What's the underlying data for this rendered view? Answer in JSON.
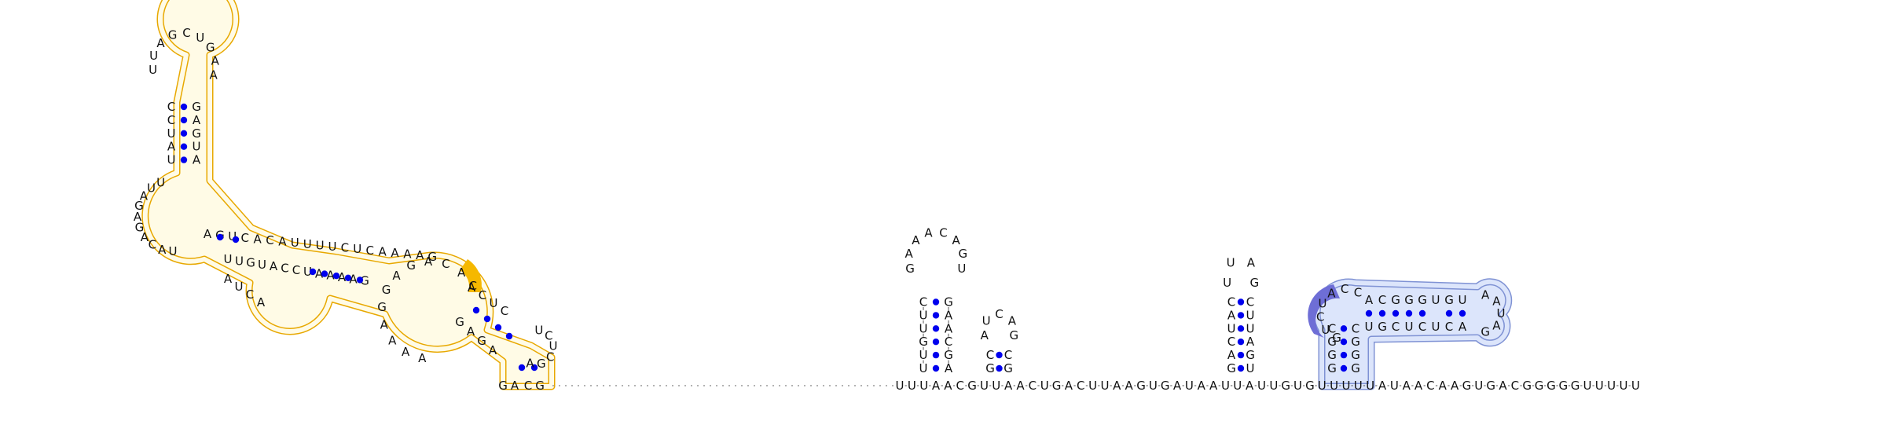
{
  "colors": {
    "background": "#ffffff",
    "nucleotide_text": "#111111",
    "base_pair_dot": "#0000ee",
    "yellow_highlight_outline": "#e8a800",
    "yellow_highlight_fill": "#fffbe6",
    "yellow_accent": "#f5b800",
    "blue_highlight_outline": "#7f92d4",
    "blue_highlight_fill": "#dce5fb",
    "blue_accent": "#6e6ed6"
  },
  "segments": {
    "left_tail": "GA",
    "left_close": "CG",
    "linker": "UUUAACGUUAACUGACUUAAGUGAUAAUUAUUGUGUUUUUAUAACAAGUGACGGGGGUUUUU",
    "hairpin_a_stem5": "UUGUUC",
    "hairpin_a_loop": "GAAACAGU",
    "hairpin_a_stem3": "AGCAAG",
    "hairpin_b_loop": "AUCAG",
    "hairpin_b_stem": "GC",
    "hairpin_c_stem5": "GACUAC",
    "hairpin_c_loop": "UUAG",
    "hairpin_c_stem3": "UGAUUC",
    "blue_vertical_stem": "GGGC",
    "blue_loop_left": "GUCUACC",
    "blue_top_strand": "ACGGGUGU",
    "blue_hairpin_loop": "AAUAG",
    "blue_bottom_strand": "UGCUCUCA",
    "yellow_top_loop": "UUAGCUGAA",
    "yellow_stem_left": "CCUAU",
    "yellow_stem_right": "GAGUA",
    "yellow_multiloop_left": "UUAGAGACAU",
    "yellow_inner_top": "AGUCACAUUUUCUCAAAAG",
    "yellow_inner_bottom": "UUGUACCUAAAAG",
    "yellow_bulge": "AUCA",
    "yellow_lower_loop": "AAAAGGAGACAC",
    "yellow_terminal_loop": "UCUCGA"
  }
}
